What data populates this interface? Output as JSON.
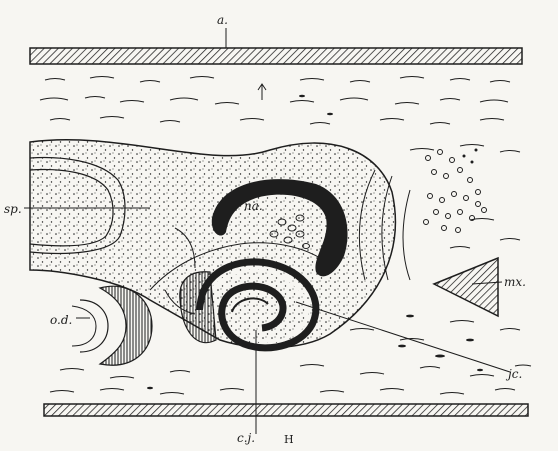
{
  "figure": {
    "labels": {
      "a": "a.",
      "sp": "sp.",
      "na": "na.",
      "od": "o.d.",
      "mx": "mx.",
      "jc": "jc.",
      "cj": "c.j.",
      "caption": "H"
    },
    "colors": {
      "ink": "#1e1e1e",
      "paper": "#f7f6f2"
    }
  }
}
